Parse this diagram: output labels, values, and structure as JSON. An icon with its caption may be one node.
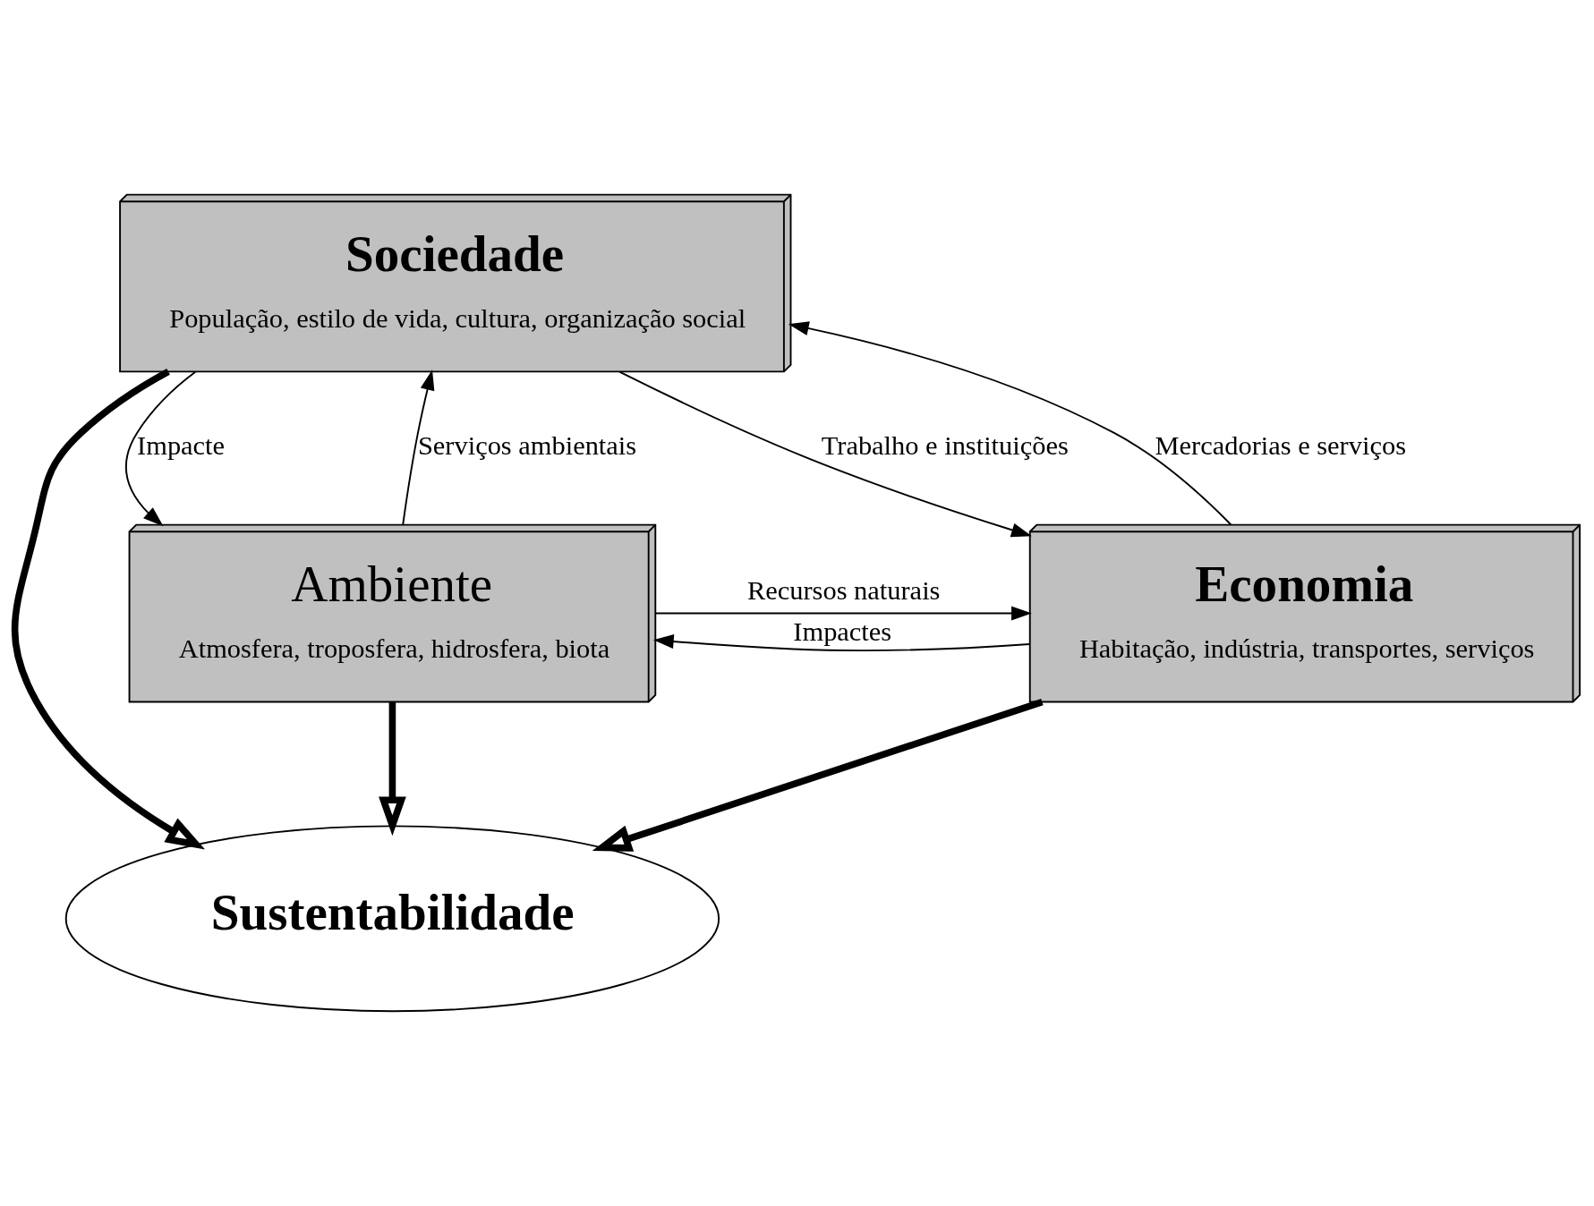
{
  "diagram": {
    "nodes": [
      {
        "text": [
          "Sociedade",
          "População, estilo de vida, cultura, organização social"
        ]
      },
      {
        "text": [
          "Sustentabilidade"
        ]
      },
      {
        "text": [
          "Ambiente",
          "Atmosfera, troposfera, hidrosfera, biota"
        ]
      },
      {
        "text": [
          "Economia",
          "Habitação, indústria, transportes, serviços"
        ]
      }
    ],
    "edges": [
      {
        "from": 0,
        "to": 1,
        "arrow": "to",
        "style": "thick"
      },
      {
        "from": 0,
        "to": 2,
        "arrow": "to",
        "label": "Impacte"
      },
      {
        "from": 2,
        "to": 0,
        "arrow": "to",
        "label": "Serviços ambientais"
      },
      {
        "from": 3,
        "to": 0,
        "arrow": "to",
        "label": "Mercadorias e serviços"
      },
      {
        "from": 0,
        "to": 3,
        "arrow": "to",
        "label": "Trabalho e instituições"
      },
      {
        "from": 2,
        "to": 1,
        "arrow": "to",
        "style": "thick"
      },
      {
        "from": 3,
        "to": 1,
        "arrow": "to",
        "style": "thick"
      },
      {
        "from": 3,
        "to": 2,
        "arrow": "to",
        "label": "Impactes"
      },
      {
        "from": 2,
        "to": 3,
        "arrow": "to",
        "label": "Recursos naturais"
      }
    ]
  }
}
